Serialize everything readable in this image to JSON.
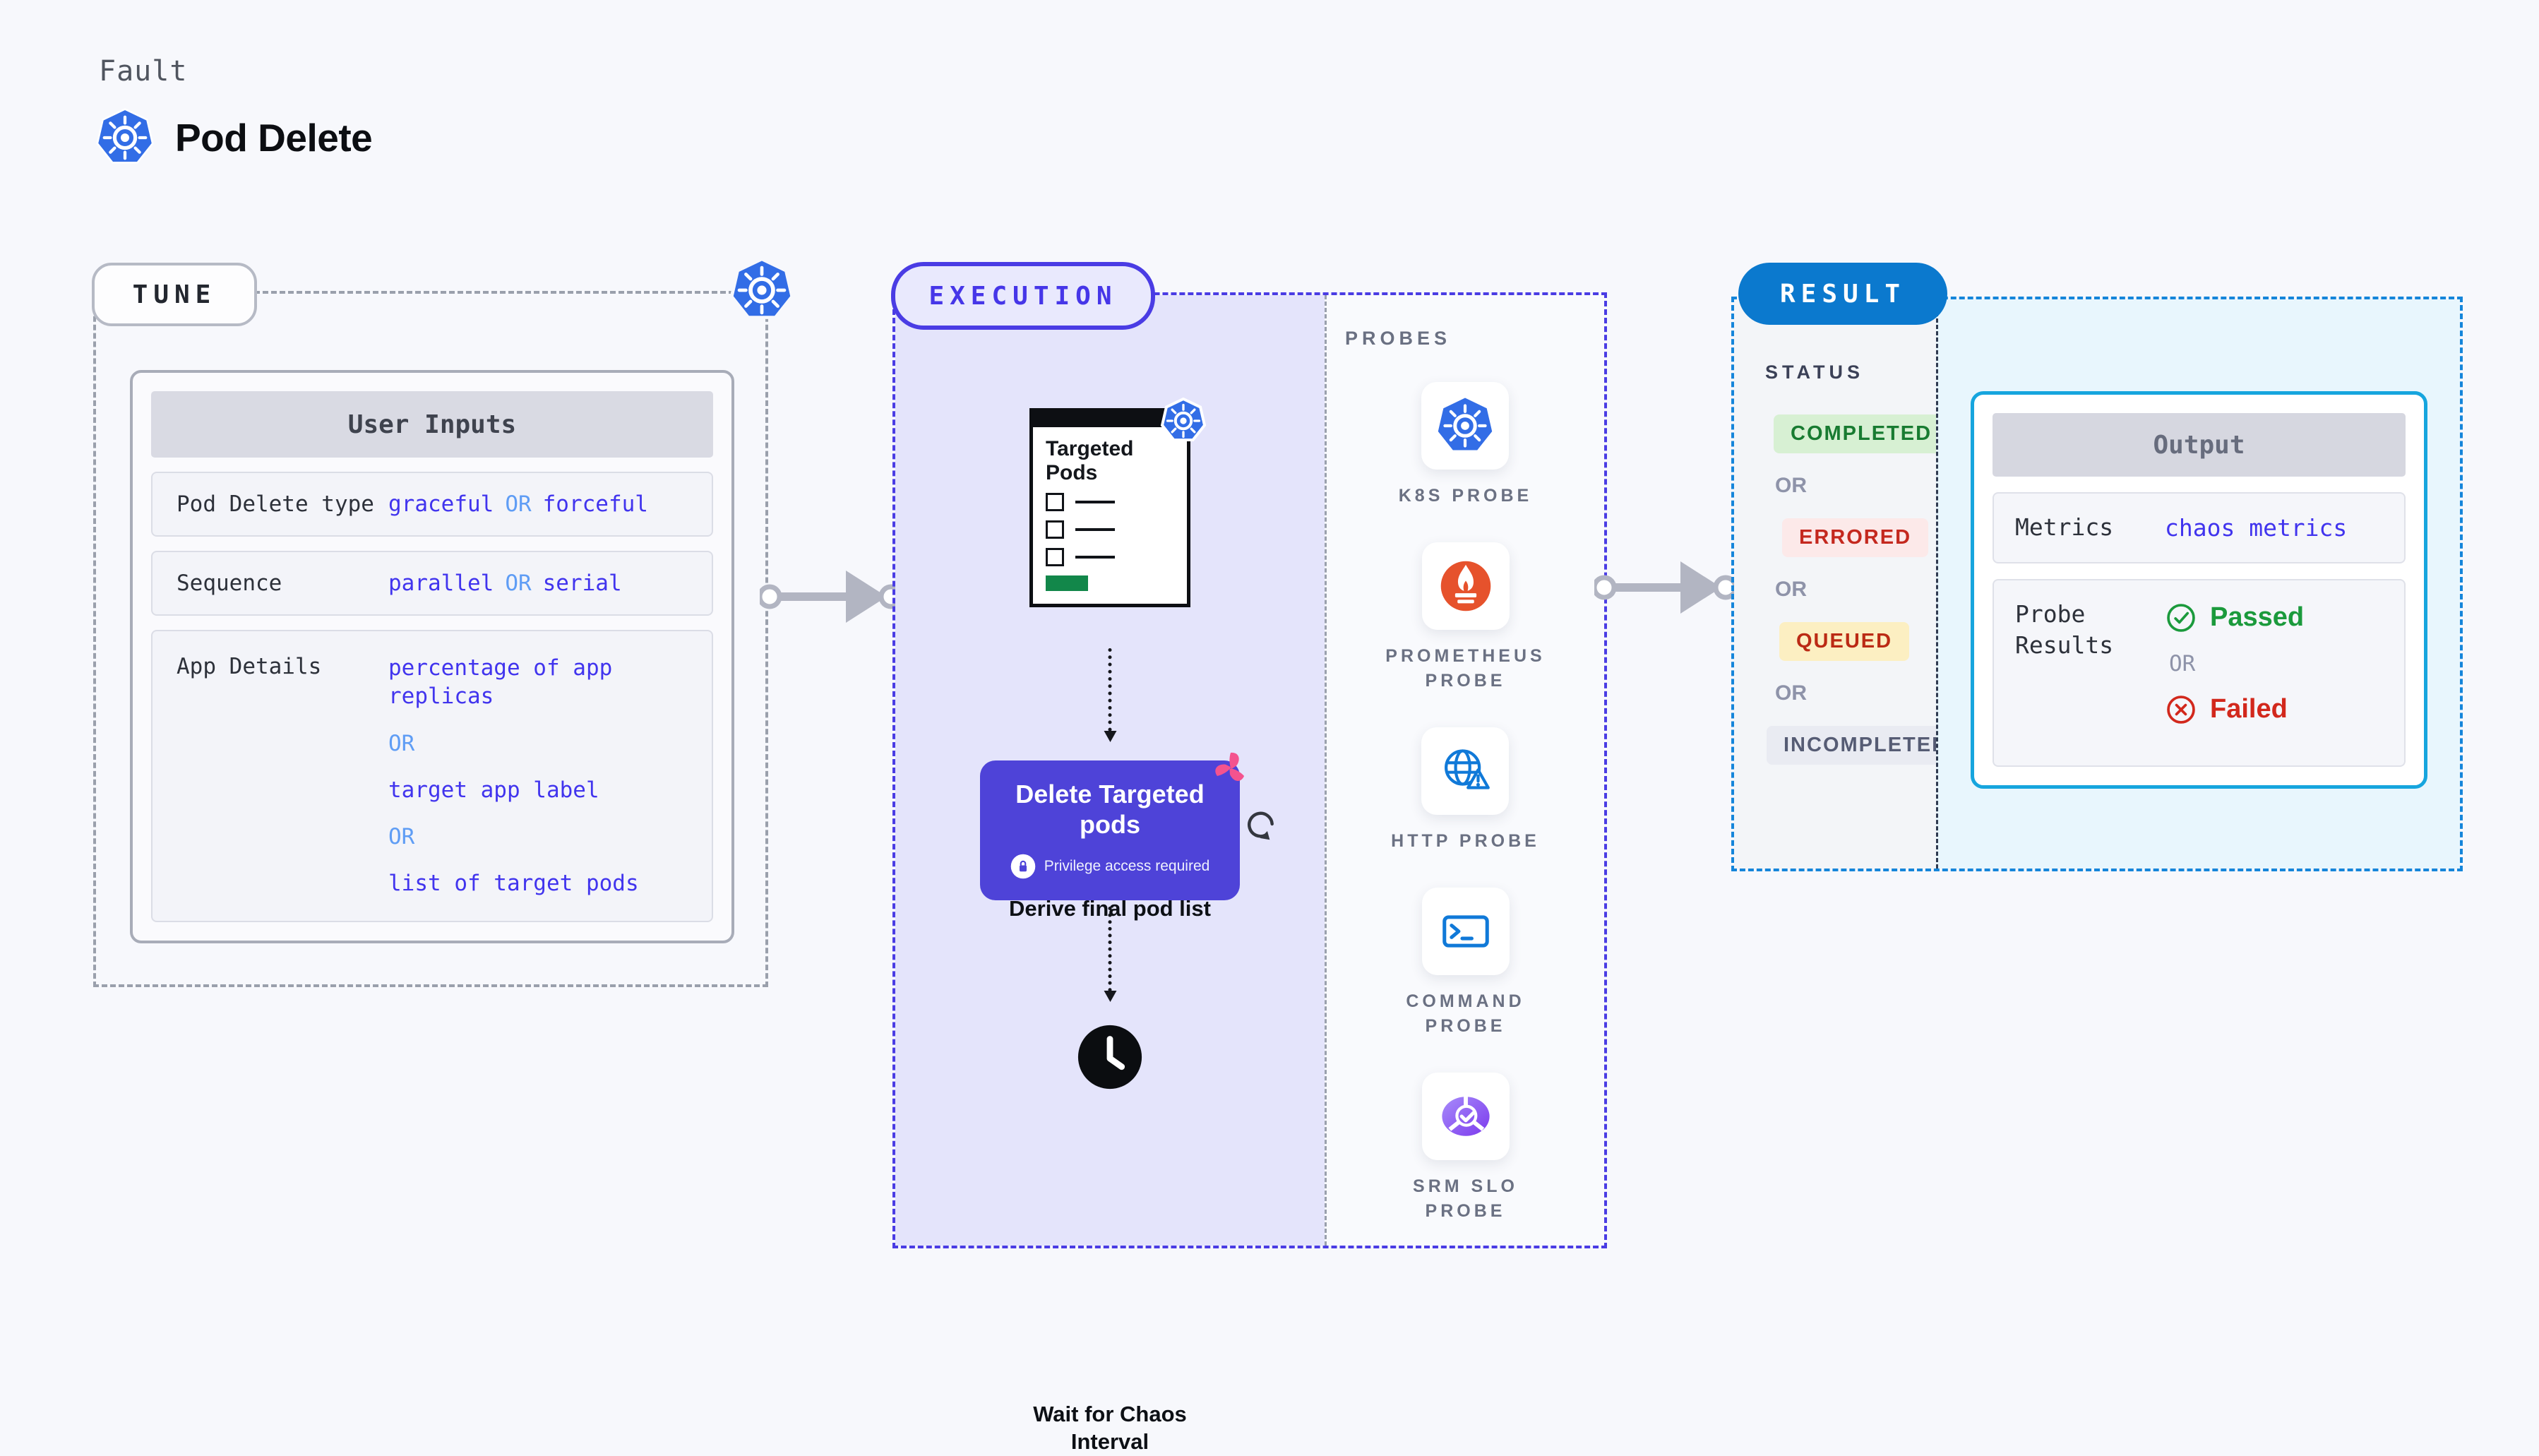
{
  "colors": {
    "accent_violet": "#4a3ce4",
    "value_blue": "#4134ee",
    "or_light_blue": "#5f9df5",
    "result_pill_blue": "#0b79ce",
    "output_border_cyan": "#16a5de",
    "lavender_bg": "#e4e4fb",
    "cyan_bg": "#e8f6fd",
    "kubernetes_blue": "#326de6",
    "prometheus_orange": "#e6522c",
    "litmus_pink": "#f4538e",
    "success_green": "#1b9a3c",
    "error_red": "#d2281c"
  },
  "header": {
    "kicker": "Fault",
    "title": "Pod Delete",
    "icon": "kubernetes-icon"
  },
  "tune": {
    "pill": "TUNE",
    "corner_icon": "kubernetes-icon",
    "table": {
      "title": "User Inputs",
      "rows": [
        {
          "label": "Pod Delete type",
          "value_parts": [
            "graceful",
            "OR",
            "forceful"
          ]
        },
        {
          "label": "Sequence",
          "value_parts": [
            "parallel",
            "OR",
            "serial"
          ]
        },
        {
          "label": "App Details",
          "options": [
            "percentage of app replicas",
            "OR",
            "target app label",
            "OR",
            "list of target pods"
          ]
        }
      ]
    }
  },
  "execution": {
    "pill": "EXECUTION",
    "doc": {
      "title": "Targeted Pods",
      "icon": "checklist-document-icon",
      "badge_icon": "kubernetes-icon"
    },
    "derive_label": "Derive final pod list",
    "delete_card": {
      "title": "Delete Targeted pods",
      "note": "Privilege access required",
      "lock_icon": "lock-icon",
      "badge_icon": "litmus-chaos-icon"
    },
    "refresh_icon": "refresh-icon",
    "wait_icon": "clock-icon",
    "wait_label": "Wait for Chaos Interval",
    "probes": {
      "title": "PROBES",
      "items": [
        {
          "label": "K8S PROBE",
          "icon": "kubernetes-icon"
        },
        {
          "label": "PROMETHEUS PROBE",
          "icon": "prometheus-icon"
        },
        {
          "label": "HTTP PROBE",
          "icon": "http-globe-warning-icon"
        },
        {
          "label": "COMMAND PROBE",
          "icon": "terminal-icon"
        },
        {
          "label": "SRM SLO PROBE",
          "icon": "slo-pie-check-icon"
        }
      ]
    }
  },
  "result": {
    "pill": "RESULT",
    "status": {
      "title": "STATUS",
      "or_label": "OR",
      "items": [
        {
          "label": "COMPLETED",
          "bg": "#d7f0d3",
          "fg": "#187b31"
        },
        {
          "label": "ERRORED",
          "bg": "#fce9e9",
          "fg": "#c4281e"
        },
        {
          "label": "QUEUED",
          "bg": "#fcefc2",
          "fg": "#bb2a14"
        },
        {
          "label": "INCOMPLETED",
          "bg": "#e9ebf2",
          "fg": "#565c74"
        }
      ]
    },
    "output": {
      "title": "Output",
      "metrics_label": "Metrics",
      "metrics_value": "chaos metrics",
      "probe_results_label": "Probe Results",
      "passed": "Passed",
      "or_label": "OR",
      "failed": "Failed",
      "passed_icon": "check-circle-icon",
      "failed_icon": "x-circle-icon"
    }
  }
}
